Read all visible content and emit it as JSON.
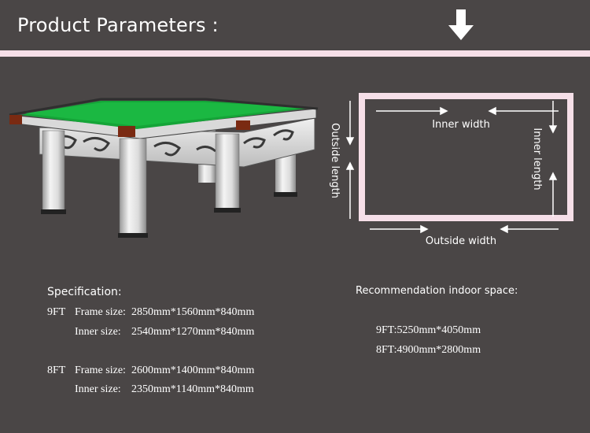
{
  "header": {
    "title": "Product Parameters :",
    "arrow_icon": "down-arrow-icon",
    "rule_color": "#f6dfe8"
  },
  "colors": {
    "background": "#4a4646",
    "felt": "#15a538",
    "cabinet": "#e8e8e8"
  },
  "diagram": {
    "inner_width": "Inner width",
    "inner_length": "Inner length",
    "outside_width": "Outside width",
    "outside_length": "Outside length"
  },
  "specification": {
    "title": "Specification:",
    "models": [
      {
        "size": "9FT",
        "frame_label": "Frame size:",
        "frame_value": "2850mm*1560mm*840mm",
        "inner_label": "Inner size:",
        "inner_value": "2540mm*1270mm*840mm"
      },
      {
        "size": "8FT",
        "frame_label": "Frame size:",
        "frame_value": "2600mm*1400mm*840mm",
        "inner_label": "Inner size:",
        "inner_value": "2350mm*1140mm*840mm"
      }
    ]
  },
  "recommendation": {
    "title": "Recommendation indoor space:",
    "items": [
      "9FT:5250mm*4050mm",
      "8FT:4900mm*2800mm"
    ]
  }
}
